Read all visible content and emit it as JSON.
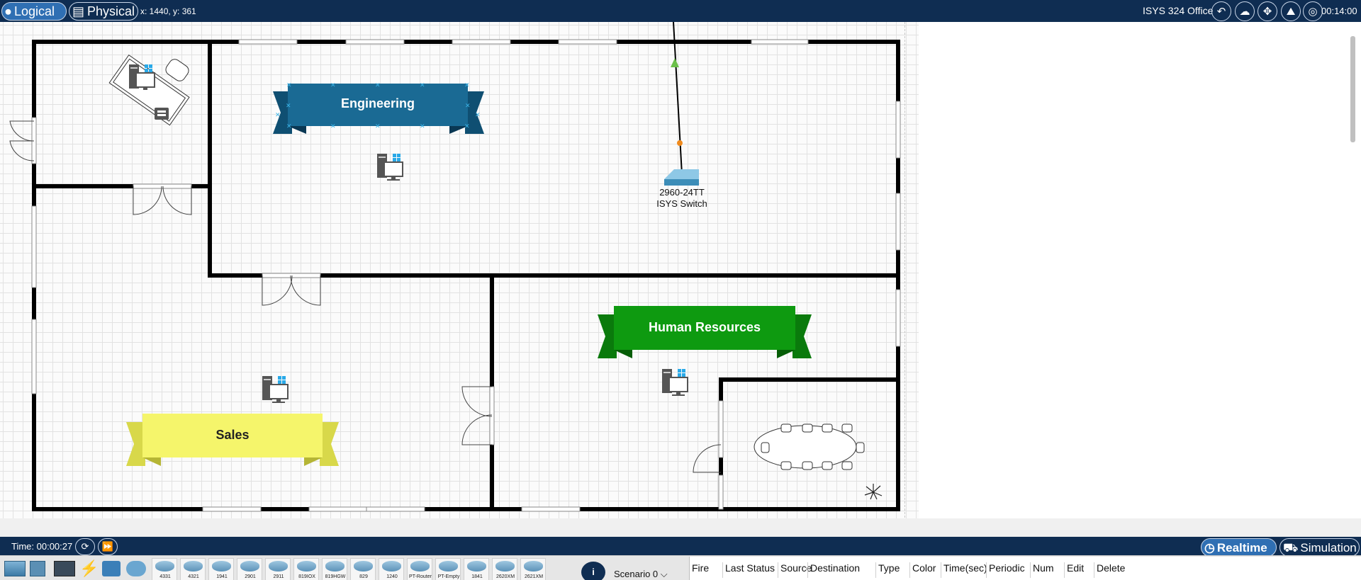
{
  "header": {
    "logical_label": "Logical",
    "physical_label": "Physical",
    "coords": "x: 1440, y: 361",
    "office_label": "ISYS 324 Office",
    "clock": "00:14:00",
    "icons": [
      "back-icon",
      "cloud-icon",
      "move-icon",
      "landscape-icon",
      "globe-icon"
    ]
  },
  "workspace": {
    "banners": [
      {
        "label": "Engineering",
        "color": "#1a6a94"
      },
      {
        "label": "Human Resources",
        "color": "#0e9a10"
      },
      {
        "label": "Sales",
        "color": "#f5f56b"
      }
    ],
    "switch": {
      "model": "2960-24TT",
      "name": "ISYS Switch"
    }
  },
  "bottombar": {
    "time_label": "Time: 00:00:27",
    "realtime_label": "Realtime",
    "simulation_label": "Simulation"
  },
  "tray": {
    "device_tiles": [
      "4331",
      "4321",
      "1941",
      "2901",
      "2911",
      "819IOX",
      "819HGW",
      "829",
      "1240",
      "PT-Router",
      "PT-Empty",
      "1841",
      "2620XM",
      "2621XM"
    ],
    "scenario": "Scenario 0",
    "pdu_columns": [
      "Fire",
      "Last Status",
      "Source",
      "Destination",
      "Type",
      "Color",
      "Time(sec)",
      "Periodic",
      "Num",
      "Edit",
      "Delete"
    ]
  }
}
